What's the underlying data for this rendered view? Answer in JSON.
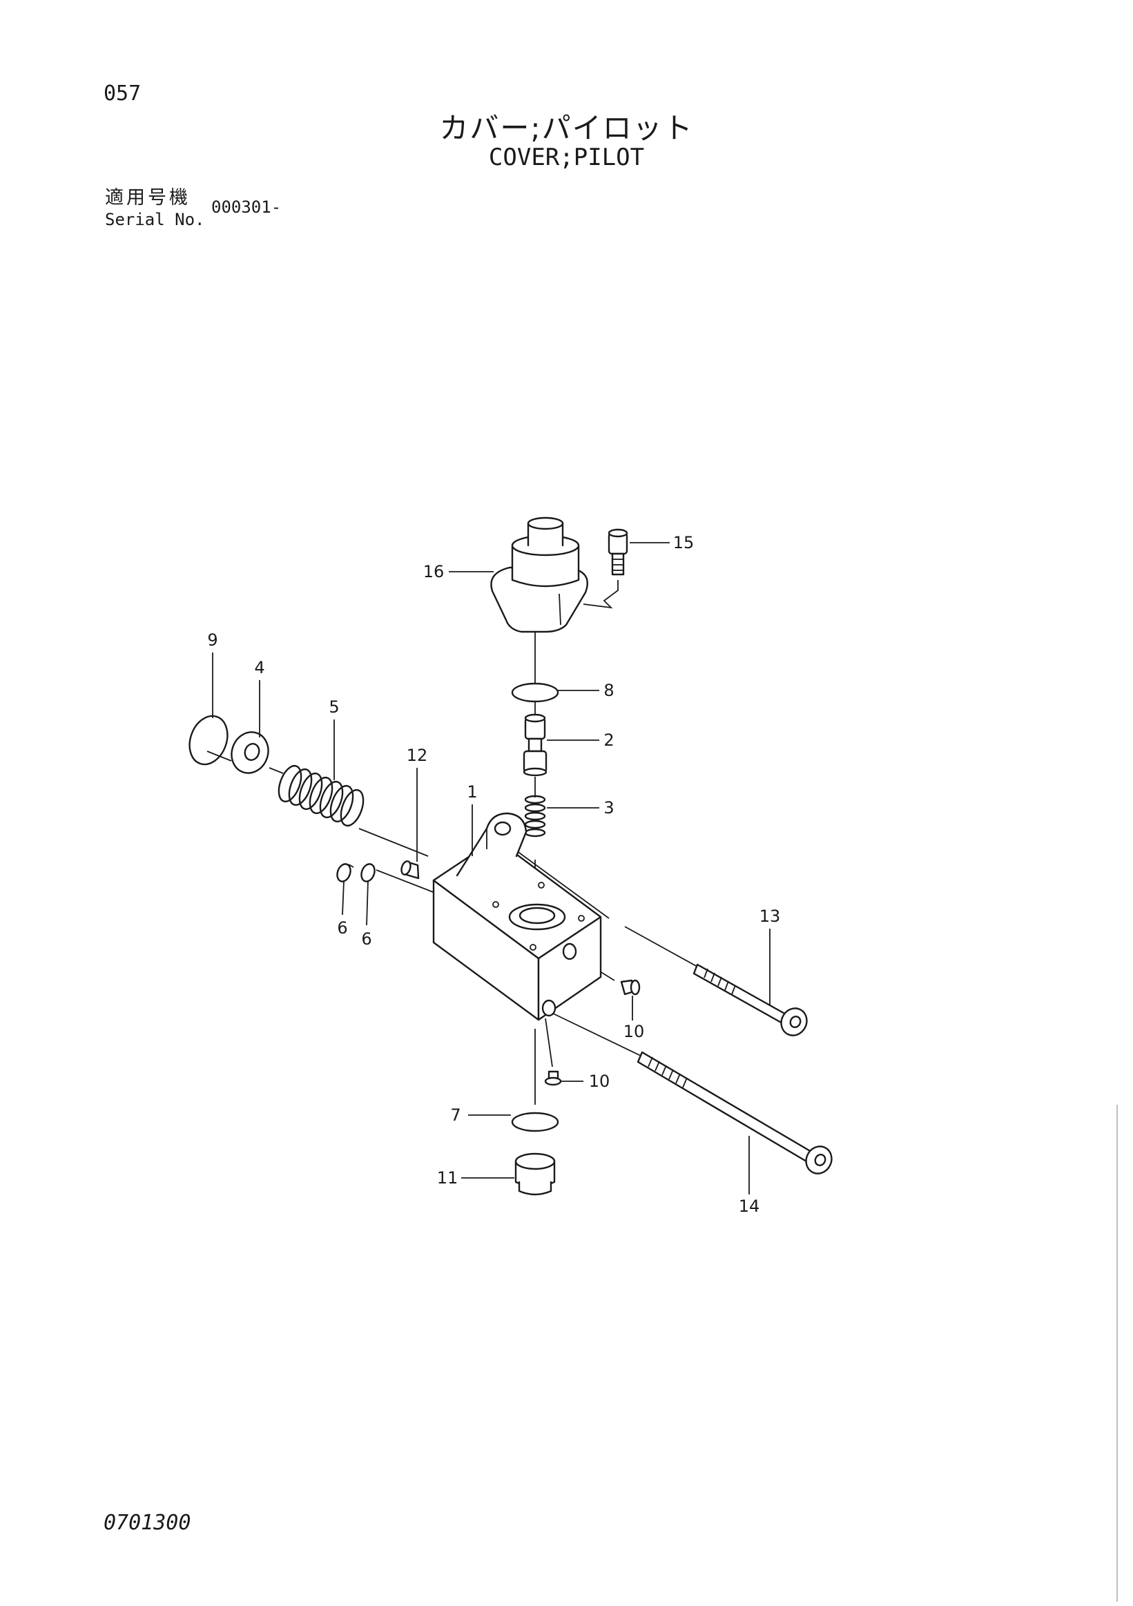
{
  "header": {
    "page_number": "057",
    "title_jp": "カバー;パイロット",
    "title_en": "COVER;PILOT",
    "serial_label_jp": "適用号機",
    "serial_label_en": "Serial No.",
    "serial_value": "000301-"
  },
  "footer": {
    "drawing_code": "0701300"
  },
  "callouts": {
    "c1": "1",
    "c2": "2",
    "c3": "3",
    "c4": "4",
    "c5": "5",
    "c6a": "6",
    "c6b": "6",
    "c7": "7",
    "c8": "8",
    "c9": "9",
    "c10a": "10",
    "c10b": "10",
    "c11": "11",
    "c12": "12",
    "c13": "13",
    "c14": "14",
    "c15": "15",
    "c16": "16"
  }
}
